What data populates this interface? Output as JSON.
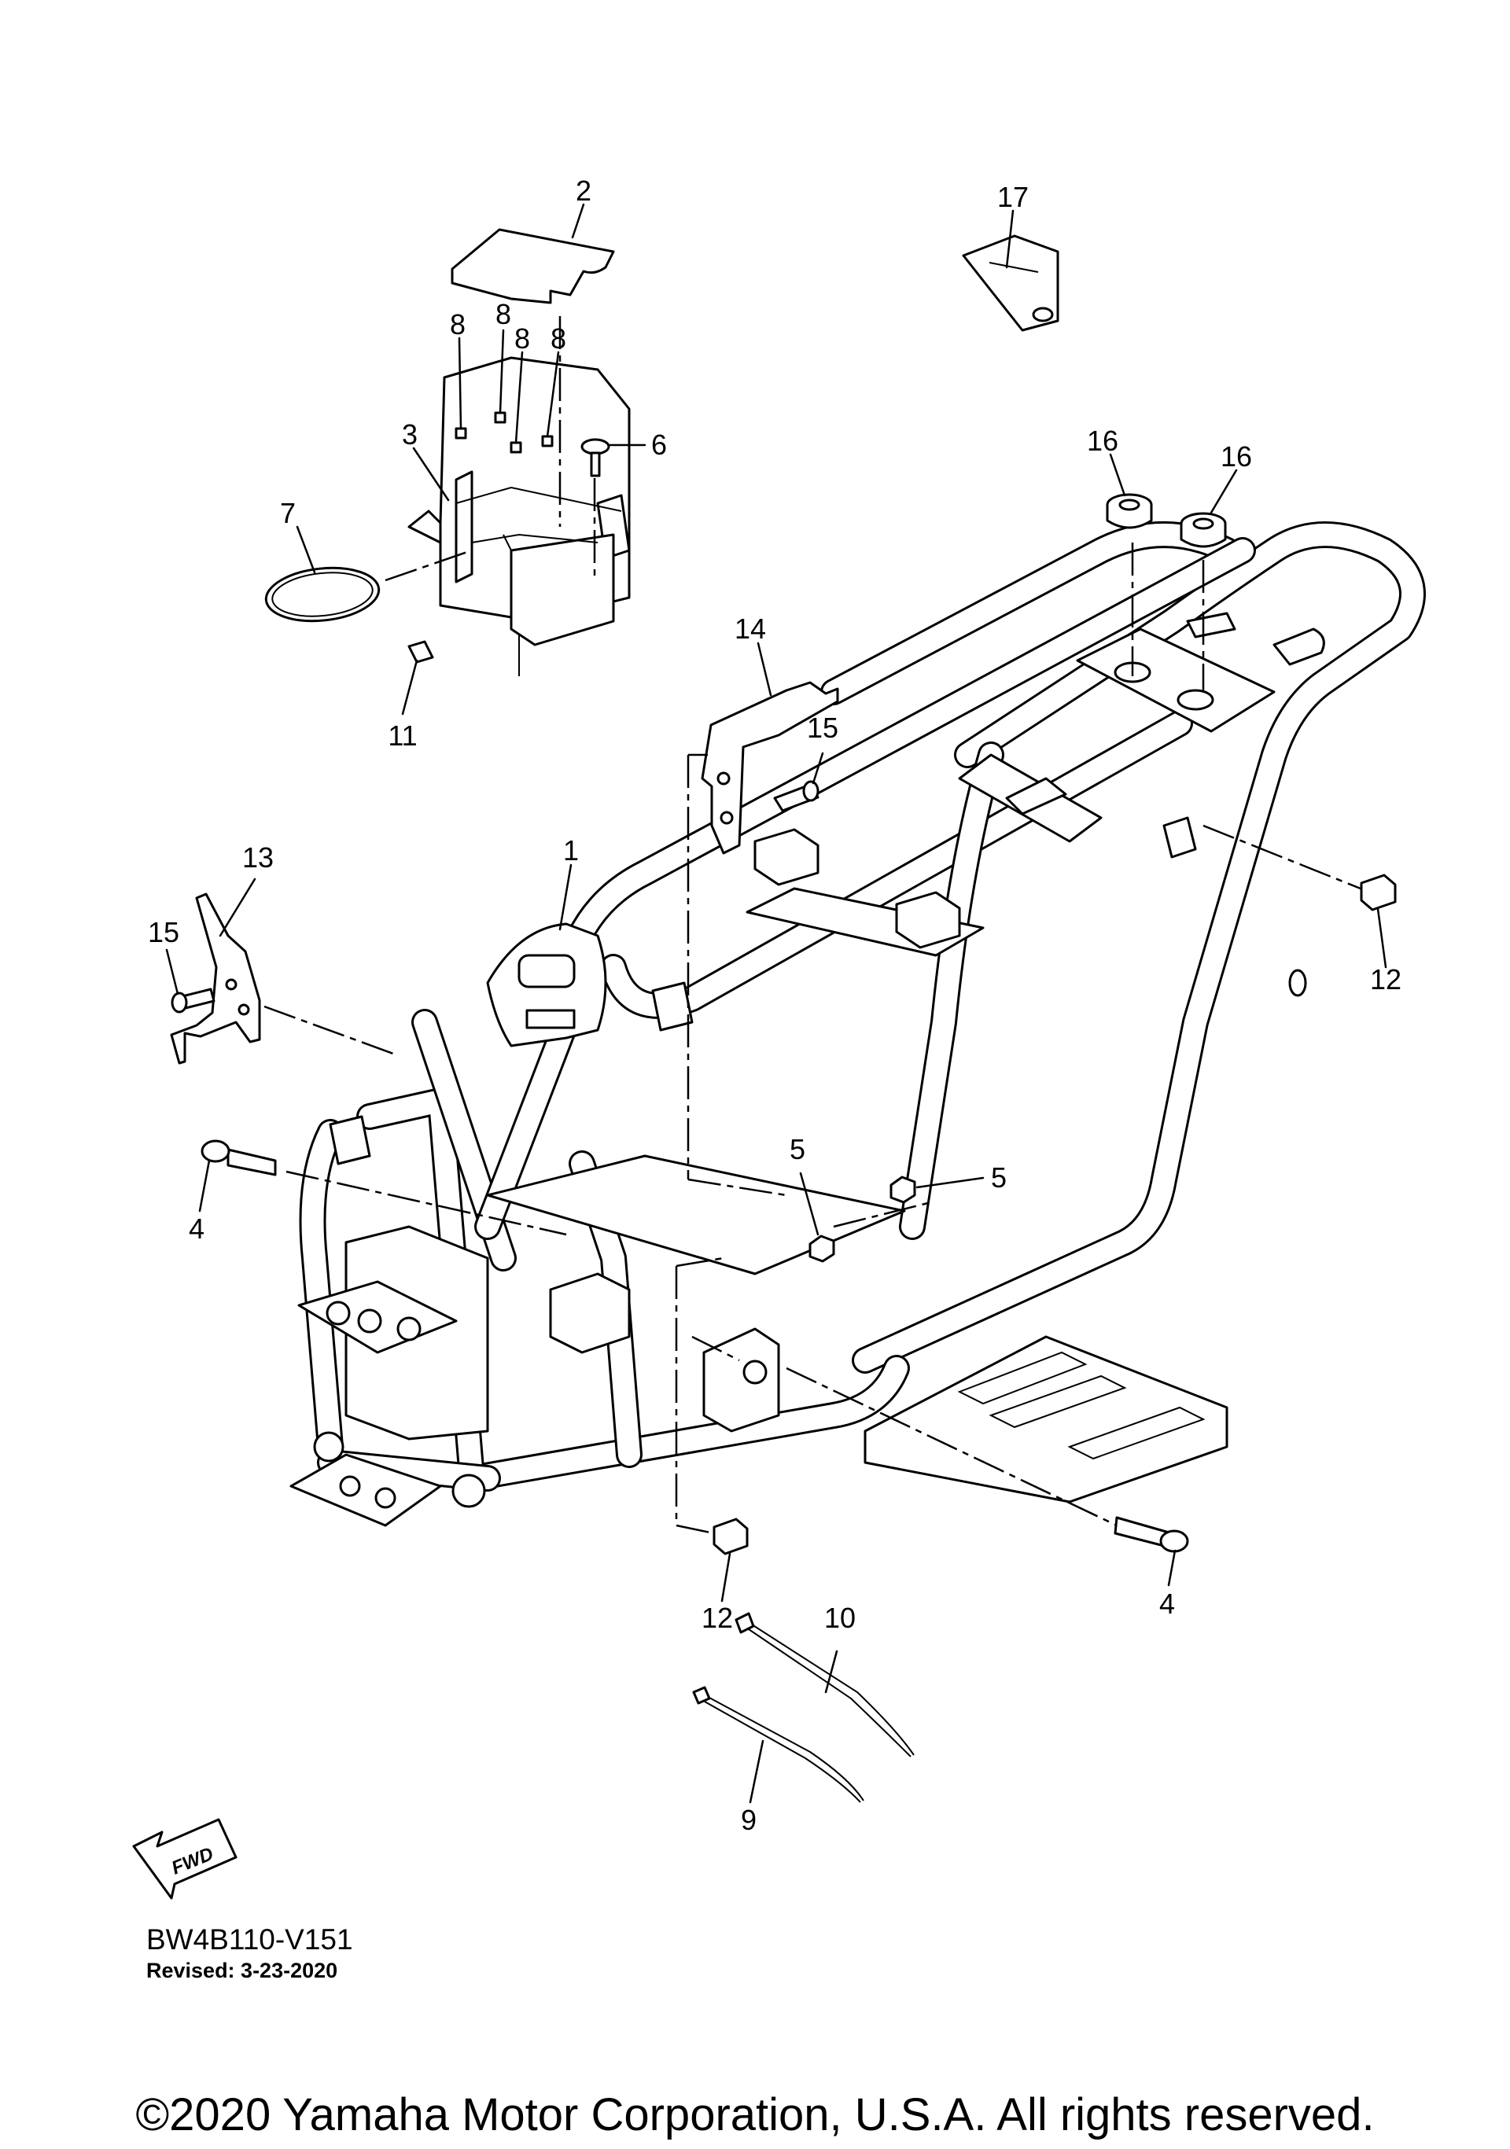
{
  "diagram": {
    "callouts": [
      "1",
      "2",
      "3",
      "4",
      "4",
      "5",
      "5",
      "6",
      "7",
      "8",
      "8",
      "8",
      "8",
      "9",
      "10",
      "11",
      "12",
      "12",
      "13",
      "14",
      "15",
      "15",
      "16",
      "16",
      "17"
    ],
    "fwd_label": "FWD",
    "diagram_code": "BW4B110-V151",
    "revised": "Revised: 3-23-2020",
    "copyright": "©2020 Yamaha Motor Corporation, U.S.A. All rights reserved."
  }
}
